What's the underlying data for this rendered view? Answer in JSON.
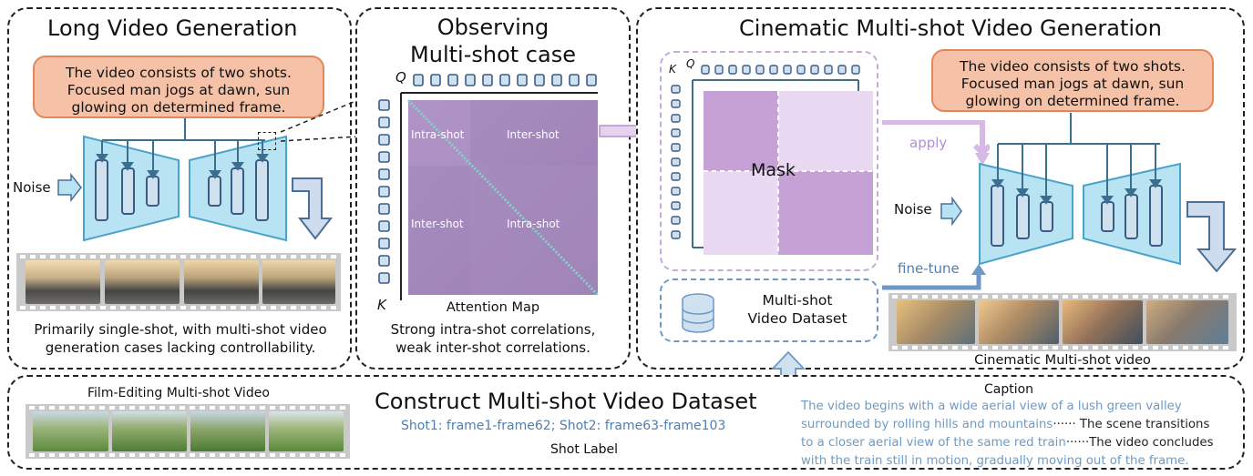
{
  "colors": {
    "model_fill": "#b7e3f3",
    "model_stroke": "#4aa3c8",
    "prompt_fill": "#f5c2a7",
    "prompt_stroke": "#e3865a",
    "mask_purple": "#c9a6d7",
    "token_fill": "#cfe0ef",
    "token_stroke": "#3b5b85",
    "apply_arrow": "#d9bde6",
    "finetune_arrow": "#6d98c7"
  },
  "left_panel": {
    "title": "Long Video Generation",
    "prompt": [
      "The video consists of two shots.",
      "Focused man jogs at dawn, sun",
      "glowing on determined frame."
    ],
    "noise_label": "Noise",
    "caption": [
      "Primarily single-shot, with multi-shot video",
      "generation cases lacking controllability."
    ]
  },
  "middle_panel": {
    "title": [
      "Observing",
      "Multi-shot case"
    ],
    "q_label": "Q",
    "k_label": "K",
    "quadrants": [
      "Intra-shot",
      "Inter-shot",
      "Inter-shot",
      "Intra-shot"
    ],
    "map_label": "Attention Map",
    "caption": [
      "Strong intra-shot correlations,",
      "weak inter-shot correlations."
    ]
  },
  "right_panel": {
    "title": "Cinematic Multi-shot Video Generation",
    "k_label": "K",
    "q_label": "Q",
    "mask_label": "Mask",
    "apply_label": "apply",
    "finetune_label": "fine-tune",
    "dataset_label": [
      "Multi-shot",
      "Video Dataset"
    ],
    "prompt": [
      "The video consists of two shots.",
      "Focused man jogs at dawn, sun",
      "glowing on determined frame."
    ],
    "noise_label": "Noise",
    "output_label": "Cinematic Multi-shot video"
  },
  "bottom_panel": {
    "title": "Construct Multi-shot Video Dataset",
    "film_label": "Film-Editing Multi-shot Video",
    "shot_text": "Shot1: frame1-frame62;  Shot2: frame63-frame103",
    "shot_label": "Shot Label",
    "caption_title": "Caption",
    "caption_lines": [
      {
        "blue": "The video begins with a wide aerial view of a lush green valley",
        "dark": ""
      },
      {
        "blue": "surrounded by rolling hills and mountains",
        "dark": "······ The scene transitions"
      },
      {
        "blue": "to a closer aerial view of the same red train",
        "dark": "······The video concludes"
      },
      {
        "blue": "with the train still in motion, gradually moving out of the frame.",
        "dark": ""
      }
    ]
  }
}
